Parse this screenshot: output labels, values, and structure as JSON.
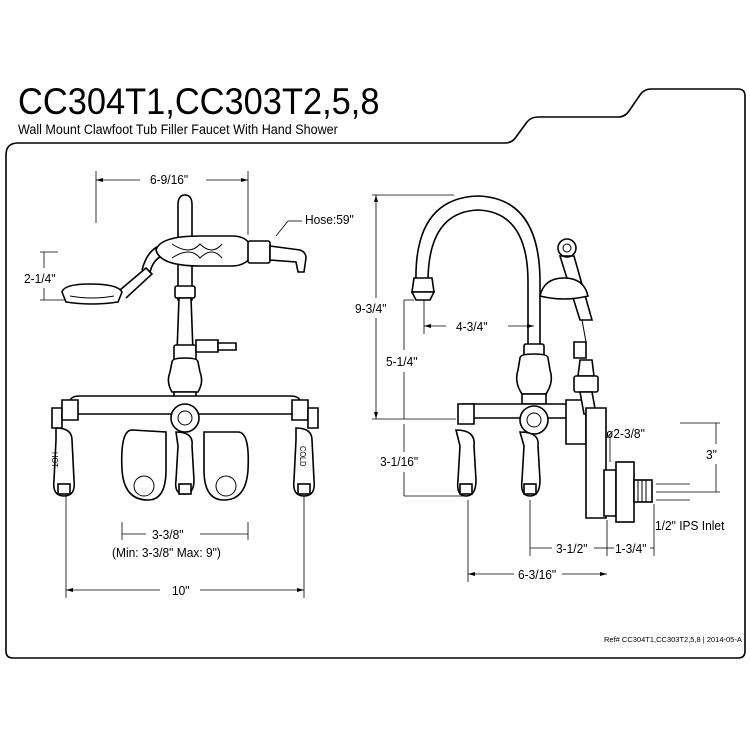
{
  "header": {
    "title": "CC304T1,CC303T2,5,8",
    "subtitle": "Wall Mount Clawfoot Tub Filler Faucet With Hand Shower"
  },
  "front_view": {
    "width_top": "6-9/16\"",
    "hose": "Hose:59\"",
    "hand_shower_height": "2-1/4\"",
    "center_spacing": "3-3/8\"",
    "spacing_range": "(Min: 3-3/8\" Max: 9\")",
    "overall_width": "10\"",
    "handle_hot": "HOT",
    "handle_cold": "COLD"
  },
  "side_view": {
    "total_height": "9-3/4\"",
    "spout_reach": "4-3/4\"",
    "spout_height": "5-1/4\"",
    "lower_height": "3-1/16\"",
    "flange_diameter": "ø2-3/8\"",
    "inlet_height": "3\"",
    "inlet": "1/2\" IPS Inlet",
    "depth_a": "3-1/2\"",
    "depth_b": "1-3/4\"",
    "overall_depth": "6-3/16\""
  },
  "footer": {
    "ref": "Ref# CC304T1,CC303T2,5,8 | 2014-05-A"
  }
}
